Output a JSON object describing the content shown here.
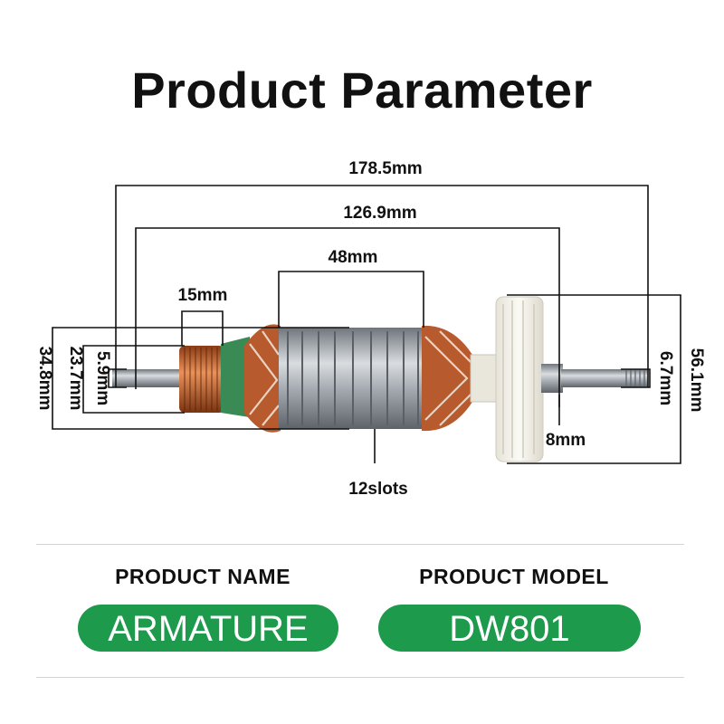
{
  "title": "Product Parameter",
  "dimensions": {
    "overall_length": "178.5mm",
    "shaft_to_bearing_length": "126.9mm",
    "stack_length": "48mm",
    "commutator_length": "15mm",
    "core_diameter": "34.8mm",
    "commutator_diameter": "23.7mm",
    "rear_shaft_diameter": "5.9mm",
    "fan_diameter": "56.1mm",
    "front_shaft_diameter": "6.7mm",
    "bearing_seat": "8mm",
    "slots": "12slots"
  },
  "info": {
    "name_label": "PRODUCT NAME",
    "name_value": "ARMATURE",
    "model_label": "PRODUCT  MODEL",
    "model_value": "DW801"
  },
  "colors": {
    "accent_green": "#1e9a4c",
    "copper": "#c8642a",
    "steel": "#9aa0a6",
    "fan_white": "#f3f1ea",
    "winding_copper": "#b75a2d",
    "insulator_green": "#3a8a55"
  }
}
